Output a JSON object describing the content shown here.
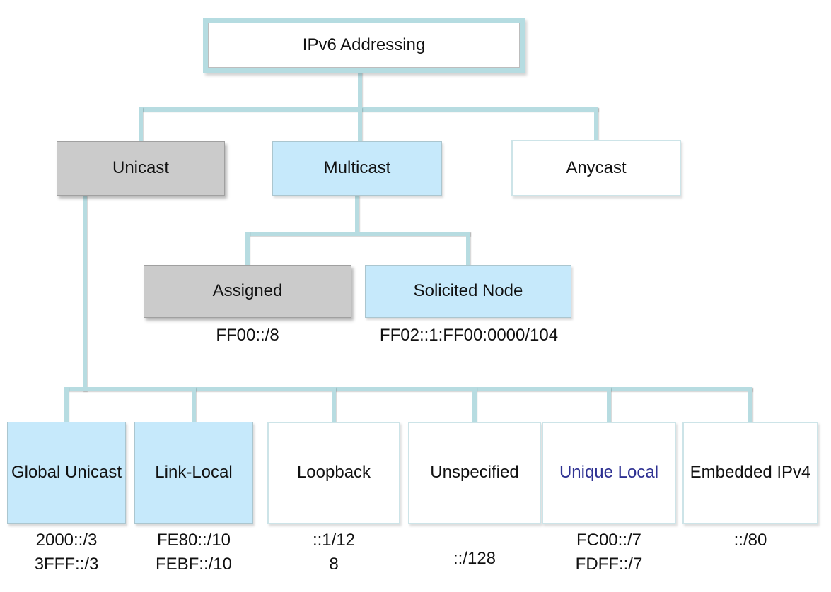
{
  "diagram": {
    "title": "IPv6 Addressing",
    "colors": {
      "connector": "#b7dce1",
      "gray_fill": "#cbcbcb",
      "blue_fill": "#c6e9fb",
      "white_fill": "#ffffff",
      "navy_text": "#2e3192",
      "text": "#111111"
    },
    "root": {
      "label": "IPv6 Addressing"
    },
    "level2": [
      {
        "label": "Unicast",
        "style": "gray"
      },
      {
        "label": "Multicast",
        "style": "blue"
      },
      {
        "label": "Anycast",
        "style": "white"
      }
    ],
    "multicast_children": [
      {
        "label": "Assigned",
        "style": "gray",
        "prefixes": [
          "FF00::/8"
        ]
      },
      {
        "label": "Solicited Node",
        "style": "blue",
        "prefixes": [
          "FF02::1:FF00:0000/104"
        ]
      }
    ],
    "unicast_children": [
      {
        "label": "Global Unicast",
        "style": "blue",
        "prefixes": [
          "2000::/3",
          "3FFF::/3"
        ]
      },
      {
        "label": "Link-Local",
        "style": "blue",
        "prefixes": [
          "FE80::/10",
          "FEBF::/10"
        ]
      },
      {
        "label": "Loopback",
        "style": "white",
        "prefixes": [
          "::1/12",
          "8"
        ]
      },
      {
        "label": "Unspecified",
        "style": "white",
        "prefixes": [
          "::/128"
        ]
      },
      {
        "label": "Unique Local",
        "style": "white-navy",
        "prefixes": [
          "FC00::/7",
          "FDFF::/7"
        ]
      },
      {
        "label": "Embedded IPv4",
        "style": "white",
        "prefixes": [
          "::/80"
        ]
      }
    ]
  }
}
